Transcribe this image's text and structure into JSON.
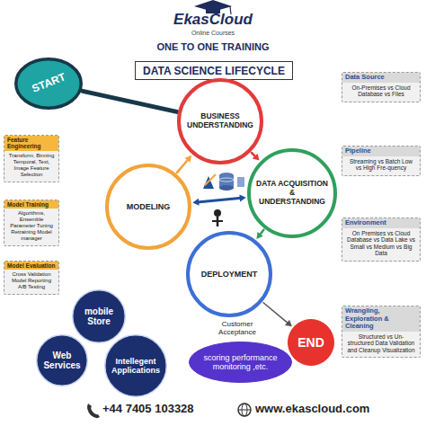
{
  "diagram": {
    "title": "DATA SCIENCE LIFECYCLE",
    "nodes": [
      {
        "text": [
          "START"
        ]
      },
      {
        "text": [
          "BUSINESS UNDERSTANDING"
        ]
      },
      {
        "text": [
          "DATA ACQUISITION & UNDERSTANDING"
        ]
      },
      {
        "text": [
          "MODELING"
        ]
      },
      {
        "text": [
          "DEPLOYMENT"
        ]
      },
      {
        "text": [
          "Feature Engineering",
          "Transform, Binning Temporal, Text, Image Feature Selection"
        ]
      },
      {
        "text": [
          "Data Source",
          "On-Premises vs Cloud Database vs Files"
        ]
      },
      {
        "text": [
          "Pipeline",
          "Streaming vs Batch Low vs High Fre-quency"
        ]
      },
      {
        "text": [
          "Model Training",
          "Algorithms, Ensemble Parameter Tuning Retraining Model manager"
        ]
      },
      {
        "text": [
          "Model Evaluation",
          "Cross Validation Model Reporting A/B Testing"
        ]
      },
      {
        "text": [
          "Environment",
          "On Premises vs Cloud Database vs Data Lake vs Small vs Medium vs Big Data"
        ]
      },
      {
        "text": [
          "mobile Store"
        ]
      },
      {
        "text": [
          "Web Services"
        ]
      },
      {
        "text": [
          "Intellegent Applications"
        ]
      },
      {
        "text": [
          "Wrangling, Exploration & Cleaning",
          "Structured vs Un-structured Data Validation and Cleanup Visualization"
        ]
      },
      {
        "text": [
          "scoring performance monitoring ,etc."
        ]
      },
      {
        "text": [
          "END"
        ]
      }
    ],
    "edges": [
      {
        "from": 0,
        "to": 1,
        "arrow": "none"
      },
      {
        "from": 1,
        "to": 2,
        "arrow": "to"
      },
      {
        "from": 2,
        "to": 4,
        "arrow": "to"
      },
      {
        "from": 3,
        "to": 1,
        "arrow": "to"
      },
      {
        "from": 3,
        "to": 2,
        "arrow": "both"
      },
      {
        "from": 4,
        "to": 16,
        "label": "Customer Acceptance",
        "arrow": "to"
      }
    ],
    "labels": [
      "EkasCloud",
      "Online Courses",
      "ONE TO ONE TRAINING",
      "+44 7405 103328",
      "www.ekascloud.com"
    ]
  }
}
